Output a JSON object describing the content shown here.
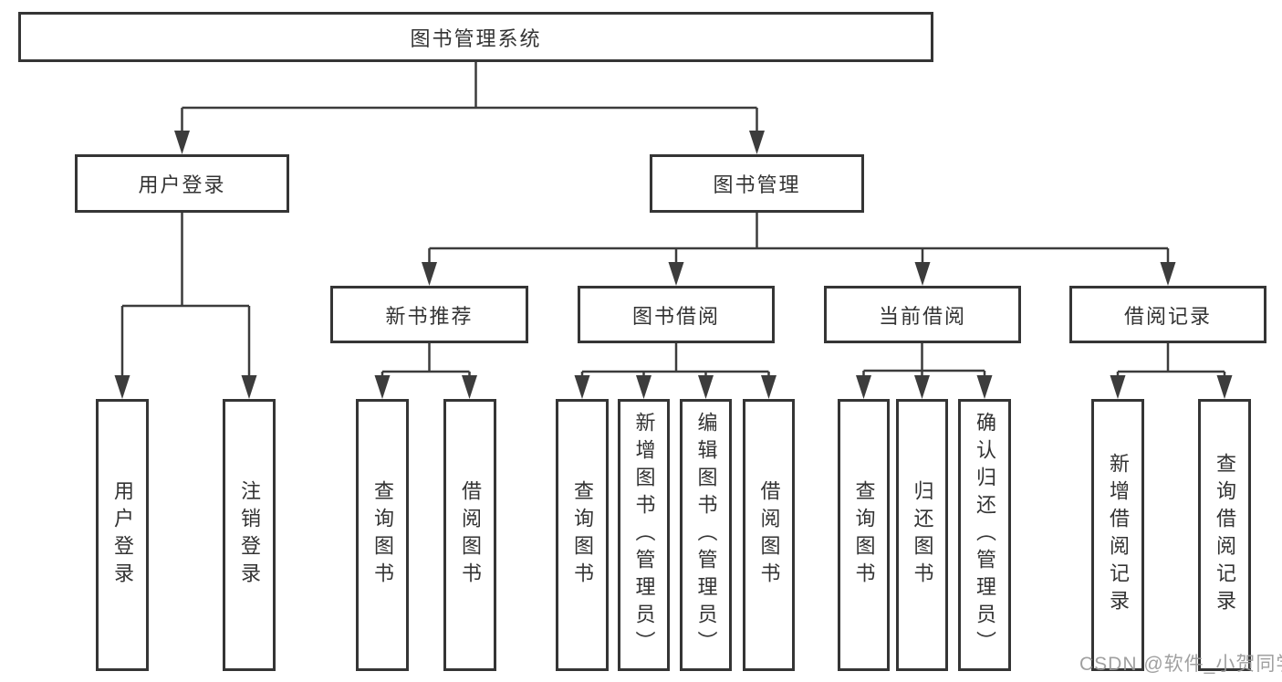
{
  "diagram": {
    "root": {
      "label": "图书管理系统"
    },
    "branches": [
      {
        "label": "用户登录",
        "children": [
          {
            "label": "用户登录"
          },
          {
            "label": "注销登录"
          }
        ]
      },
      {
        "label": "图书管理",
        "children": [
          {
            "label": "新书推荐",
            "children": [
              {
                "label": "查询图书"
              },
              {
                "label": "借阅图书"
              }
            ]
          },
          {
            "label": "图书借阅",
            "children": [
              {
                "label": "查询图书"
              },
              {
                "label": "新增图书（管理员）"
              },
              {
                "label": "编辑图书（管理员）"
              },
              {
                "label": "借阅图书"
              }
            ]
          },
          {
            "label": "当前借阅",
            "children": [
              {
                "label": "查询图书"
              },
              {
                "label": "归还图书"
              },
              {
                "label": "确认归还（管理员）"
              }
            ]
          },
          {
            "label": "借阅记录",
            "children": [
              {
                "label": "新增借阅记录"
              },
              {
                "label": "查询借阅记录"
              }
            ]
          }
        ]
      }
    ]
  },
  "watermark": {
    "text": "CSDN @软件_小贺同学"
  },
  "colors": {
    "line": "#3c3c3c",
    "border": "#353535",
    "text": "#333333",
    "watermark": "#989898",
    "background": "#ffffff"
  }
}
